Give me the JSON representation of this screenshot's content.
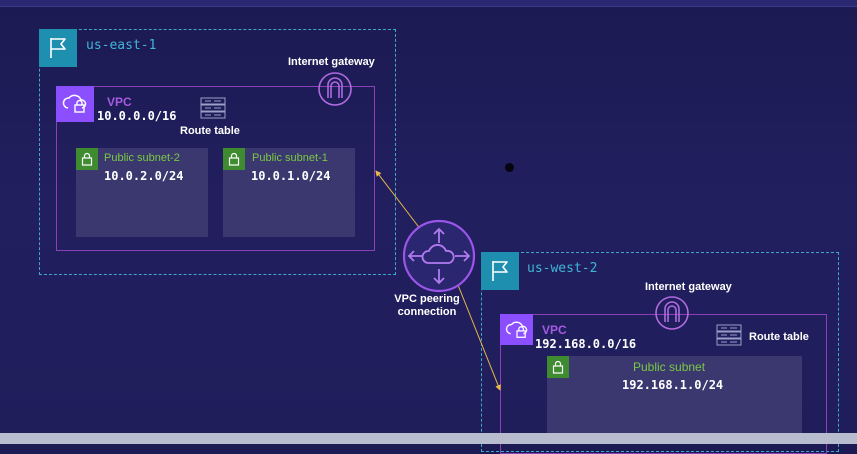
{
  "regions": {
    "east": {
      "name": "us-east-1"
    },
    "west": {
      "name": "us-west-2"
    }
  },
  "east_vpc": {
    "title": "VPC",
    "cidr": "10.0.0.0/16",
    "route_table": "Route table",
    "igw": "Internet gateway",
    "subnets": [
      {
        "name": "Public subnet-2",
        "cidr": "10.0.2.0/24"
      },
      {
        "name": "Public subnet-1",
        "cidr": "10.0.1.0/24"
      }
    ]
  },
  "west_vpc": {
    "title": "VPC",
    "cidr": "192.168.0.0/16",
    "route_table": "Route table",
    "igw": "Internet gateway",
    "subnets": [
      {
        "name": "Public subnet",
        "cidr": "192.168.1.0/24"
      }
    ]
  },
  "peering": {
    "label_line1": "VPC peering",
    "label_line2": "connection"
  },
  "colors": {
    "region": "#3fa7c9",
    "vpc": "#8b3fb8",
    "vpc_icon": "#8c4fff",
    "subnet_icon": "#3e8c2f",
    "arrow": "#e8b84a"
  },
  "icons": [
    "flag-icon",
    "vpc-cloud-lock-icon",
    "lock-icon",
    "route-table-icon",
    "internet-gateway-icon",
    "peering-icon"
  ]
}
